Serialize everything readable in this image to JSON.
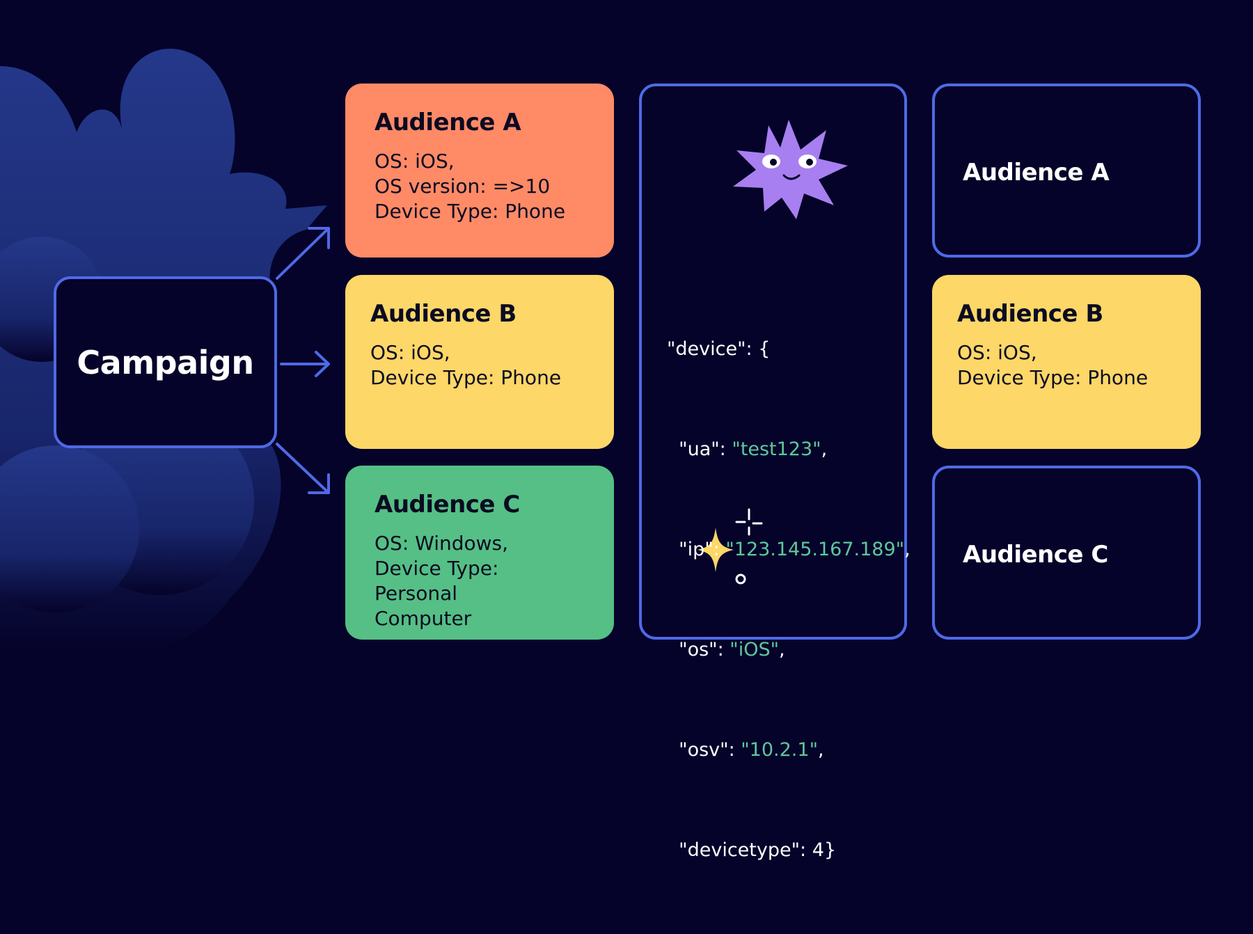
{
  "campaign": {
    "label": "Campaign"
  },
  "audiences": [
    {
      "title": "Audience A",
      "lines": [
        "OS: iOS,",
        "OS version: =>10",
        "Device Type: Phone"
      ]
    },
    {
      "title": "Audience B",
      "lines": [
        "OS: iOS,",
        "Device Type: Phone"
      ]
    },
    {
      "title": "Audience C",
      "lines": [
        "OS: Windows,",
        "Device Type: Personal",
        "Computer"
      ]
    }
  ],
  "device_json": {
    "open": "\"device\": {",
    "fields": [
      {
        "key": "\"ua\": ",
        "value": "\"test123\"",
        "tail": ","
      },
      {
        "key": "\"ip\": ",
        "value": "\"123.145.167.189\"",
        "tail": ","
      },
      {
        "key": "\"os\": ",
        "value": "\"iOS\"",
        "tail": ","
      },
      {
        "key": "\"osv\": ",
        "value": "\"10.2.1\"",
        "tail": ","
      },
      {
        "key": "\"devicetype\": 4}",
        "value": "",
        "tail": ""
      }
    ]
  },
  "result": {
    "audience_a": "Audience A",
    "audience_b": {
      "title": "Audience B",
      "lines": [
        "OS: iOS,",
        "Device Type: Phone"
      ]
    },
    "audience_c": "Audience C"
  },
  "colors": {
    "background": "#05032a",
    "outline": "#4f6ae6",
    "audience_a": "#ff8a66",
    "audience_b": "#fdd767",
    "audience_c": "#55bf85",
    "json_string": "#5fc79a",
    "mascot": "#a87ff0",
    "sparkle": "#fdd767"
  },
  "icons": [
    "star-mascot-icon",
    "sparkle-icon",
    "arrow-icon"
  ]
}
